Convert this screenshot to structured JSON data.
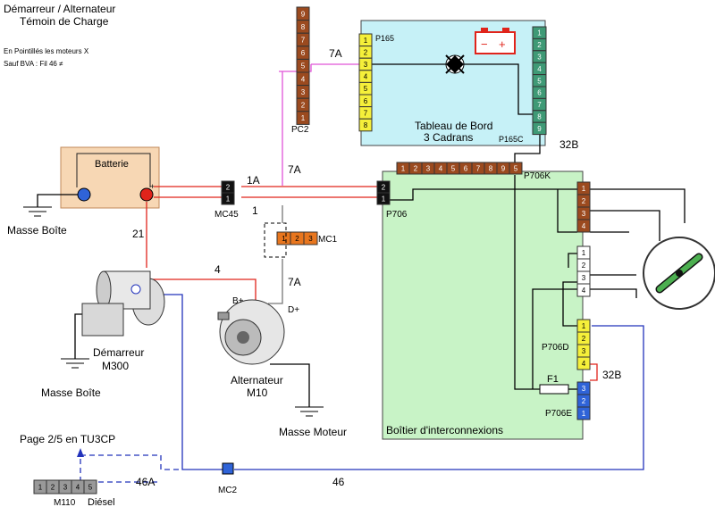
{
  "header": {
    "title_line1": "Démarreur / Alternateur",
    "title_line2": "Témoin de Charge",
    "note1": "En Pointillés les moteurs X",
    "note2": "Sauf BVA : Fil 46 ≠"
  },
  "components": {
    "battery": "Batterie",
    "starter_name": "Démarreur",
    "starter_code": "M300",
    "alternator_name": "Alternateur",
    "alternator_code": "M10",
    "alt_b_plus": "B+",
    "alt_d_plus": "D+",
    "dashboard_line1": "Tableau de Bord",
    "dashboard_line2": "3 Cadrans",
    "bsi": "Boîtier d'interconnexions",
    "fuse": "F1",
    "battery_plus": "+",
    "battery_minus": "−"
  },
  "grounds": {
    "masse_boite_1": "Masse Boîte",
    "masse_boite_2": "Masse Boîte",
    "masse_moteur": "Masse Moteur"
  },
  "connectors": {
    "pc2": "PC2",
    "p165": "P165",
    "p165c": "P165C",
    "p706k": "P706K",
    "p706": "P706",
    "mc45": "MC45",
    "mc1": "MC1",
    "p706d": "P706D",
    "p706e": "P706E",
    "mc2": "MC2",
    "m110": "M110",
    "diesel": "Diésel"
  },
  "wires": {
    "w7a_top": "7A",
    "w7a_mid": "7A",
    "w7a_low": "7A",
    "w1a": "1A",
    "w1": "1",
    "w21": "21",
    "w4": "4",
    "w32b_top": "32B",
    "w32b_right": "32B",
    "w46a": "46A",
    "w46": "46"
  },
  "page_ref": "Page 2/5 en TU3CP",
  "pins": {
    "pc2": [
      "9",
      "8",
      "7",
      "6",
      "5",
      "4",
      "3",
      "2",
      "1"
    ],
    "p165": [
      "1",
      "2",
      "3",
      "4",
      "5",
      "6",
      "7",
      "8"
    ],
    "p165c": [
      "1",
      "2",
      "3",
      "4",
      "5",
      "6",
      "7",
      "8",
      "9"
    ],
    "p706k": [
      "1",
      "2",
      "3",
      "4",
      "5",
      "6",
      "7",
      "8",
      "9",
      "5"
    ],
    "mc45": [
      "2",
      "1"
    ],
    "p706": [
      "2",
      "1"
    ],
    "mc1": [
      "1",
      "2",
      "3"
    ],
    "brown_right": [
      "1",
      "2",
      "3",
      "4"
    ],
    "white_right": [
      "1",
      "2",
      "3",
      "4"
    ],
    "p706d": [
      "1",
      "2",
      "3",
      "4"
    ],
    "p706e": [
      "3",
      "2",
      "1"
    ],
    "m110": [
      "1",
      "2",
      "3",
      "4",
      "5"
    ]
  },
  "colors": {
    "brown": "#9b4a1f",
    "yellow": "#f5ef3a",
    "green": "#3f9a76",
    "orange": "#e8761e",
    "blue_pin": "#2f63d8",
    "dashboard_bg": "#c6f1f7",
    "bsi_bg": "#c8f3c6",
    "battery_bg": "#f7d7b4",
    "wire_red": "#e0241b",
    "wire_blue": "#2233bb",
    "wire_pink": "#e055d8",
    "wire_gray": "#777777"
  },
  "icons": {
    "battery_symbol": "battery-icon",
    "lamp_symbol": "warning-lamp-icon",
    "ignition": "ignition-switch-icon",
    "ground": "ground-icon"
  }
}
